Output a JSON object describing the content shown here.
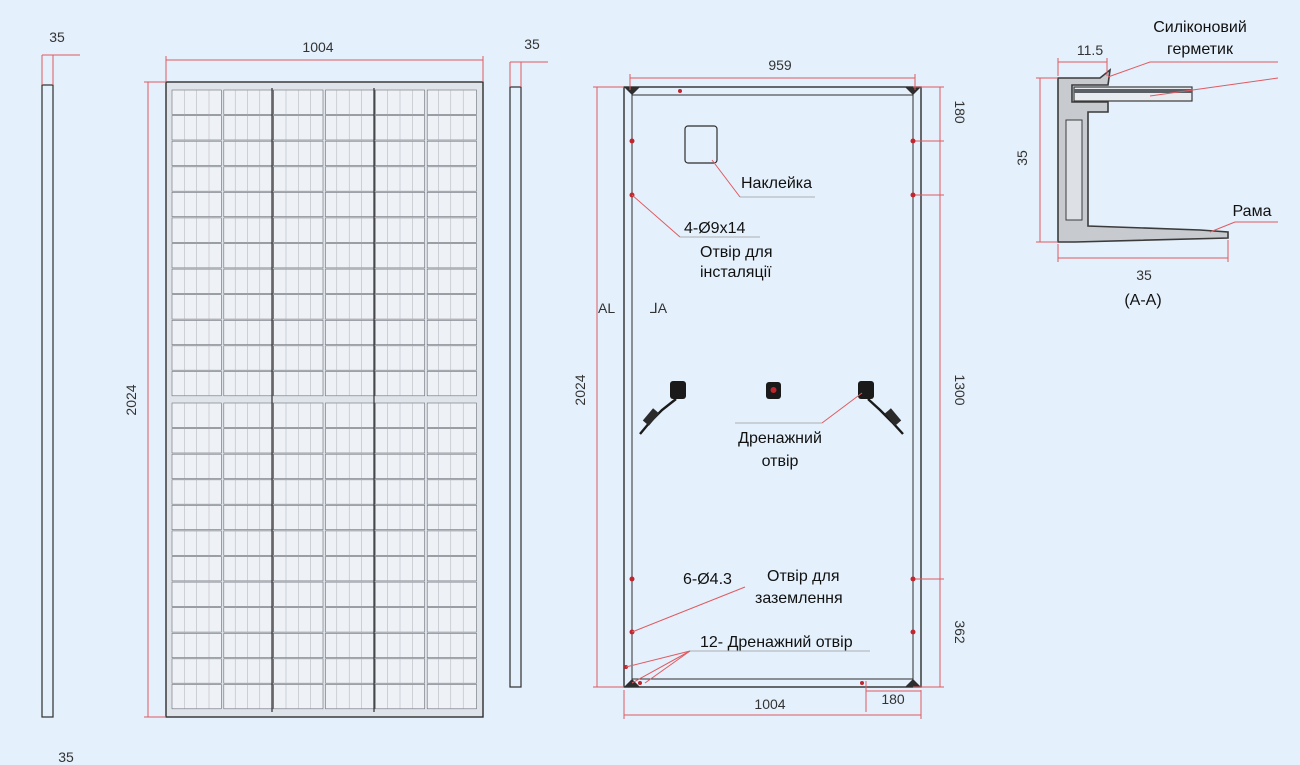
{
  "colors": {
    "background": "#e4f0fb",
    "outline": "#2e2e2e",
    "dimension_line": "#e05a62",
    "cell": "#eef1f5",
    "cell_line": "#6b6f76"
  },
  "front_view": {
    "width": "1004",
    "height": "2024"
  },
  "left_side_view": {
    "thickness_top": "35",
    "thickness_bottom": "35"
  },
  "right_side_view": {
    "thickness": "35"
  },
  "back_view": {
    "top_width": "959",
    "bottom_width": "1004",
    "height": "2024",
    "top_segment": "180",
    "middle_segment": "1300",
    "lower_segment": "362",
    "corner_segment": "180",
    "label_left": "AL",
    "label_right": "⅃A",
    "sticker": "Наклейка",
    "mount_spec": "4-Ø9x14",
    "mount_label_1": "Отвір для",
    "mount_label_2": "інсталяції",
    "drain_label_1": "Дренажний",
    "drain_label_2": "отвір",
    "ground_spec": "6-Ø4.3",
    "ground_label_1": "Отвір для",
    "ground_label_2": "заземлення",
    "drain_count_label": "12- Дренажний отвір"
  },
  "section_view": {
    "top_width": "11.5",
    "height": "35",
    "bottom_width": "35",
    "title": "(A-A)",
    "sealant_label_1": "Силіконовий",
    "sealant_label_2": "герметик",
    "frame_label": "Рама"
  }
}
